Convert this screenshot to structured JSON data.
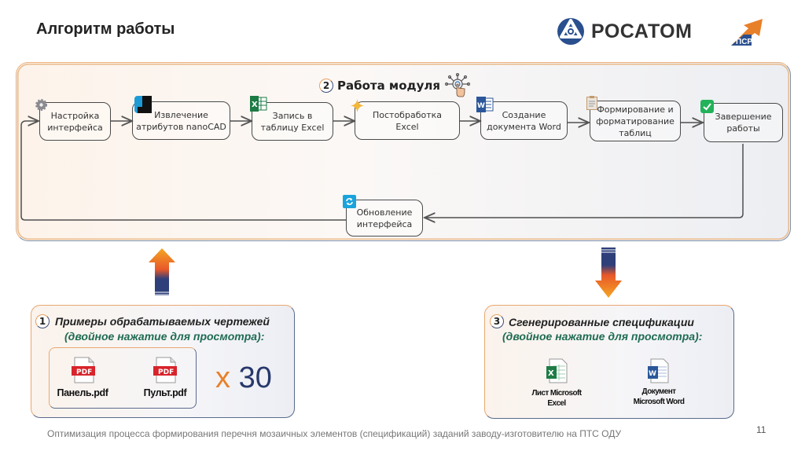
{
  "header": {
    "title": "Алгоритм работы",
    "logo_text": "РОСАТОМ",
    "logo_icon": "rosatom-atom-icon",
    "partner_logo_icon": "pspb-arrow-logo-icon"
  },
  "module": {
    "number": "2",
    "title": "Работа модуля",
    "icon": "touch-network-icon",
    "steps": [
      {
        "label": "Настройка\nинтерфейса",
        "icon": "gear-icon"
      },
      {
        "label": "Извлечение\nатрибутов nanoCAD",
        "icon": "nanocad-icon"
      },
      {
        "label": "Запись в\nтаблицу Excel",
        "icon": "excel-icon"
      },
      {
        "label": "Постобработка\nExcel",
        "icon": "sparkle-icon"
      },
      {
        "label": "Создание\nдокумента Word",
        "icon": "word-icon"
      },
      {
        "label": "Формирование и\nформатирование\nтаблиц",
        "icon": "clipboard-icon"
      },
      {
        "label": "Завершение\nработы",
        "icon": "checkmark-icon"
      }
    ],
    "loop_step": {
      "label": "Обновление\nинтерфейса",
      "icon": "refresh-icon"
    }
  },
  "inputs_box": {
    "number": "1",
    "title": "Примеры обрабатываемых чертежей",
    "subtitle": "(двойное нажатие для просмотра):",
    "files": [
      {
        "name": "Панель.pdf",
        "icon": "pdf-icon"
      },
      {
        "name": "Пульт.pdf",
        "icon": "pdf-icon"
      }
    ],
    "multiplier_x": "x",
    "multiplier_count": "30"
  },
  "outputs_box": {
    "number": "3",
    "title": "Сгенерированные спецификации",
    "subtitle": "(двойное нажатие для просмотра):",
    "files": [
      {
        "name": "Лист Microsoft\nExcel",
        "icon": "excel-file-icon"
      },
      {
        "name": "Документ\nMicrosoft Word",
        "icon": "word-file-icon"
      }
    ]
  },
  "footer": {
    "text": "Оптимизация процесса формирования перечня мозаичных элементов (спецификаций) заданий заводу-изготовителю на ПТС ОДУ",
    "page_number": "11"
  },
  "colors": {
    "accent_orange": "#e8802a",
    "accent_navy": "#27386b",
    "subtitle_green": "#1e6b52"
  }
}
